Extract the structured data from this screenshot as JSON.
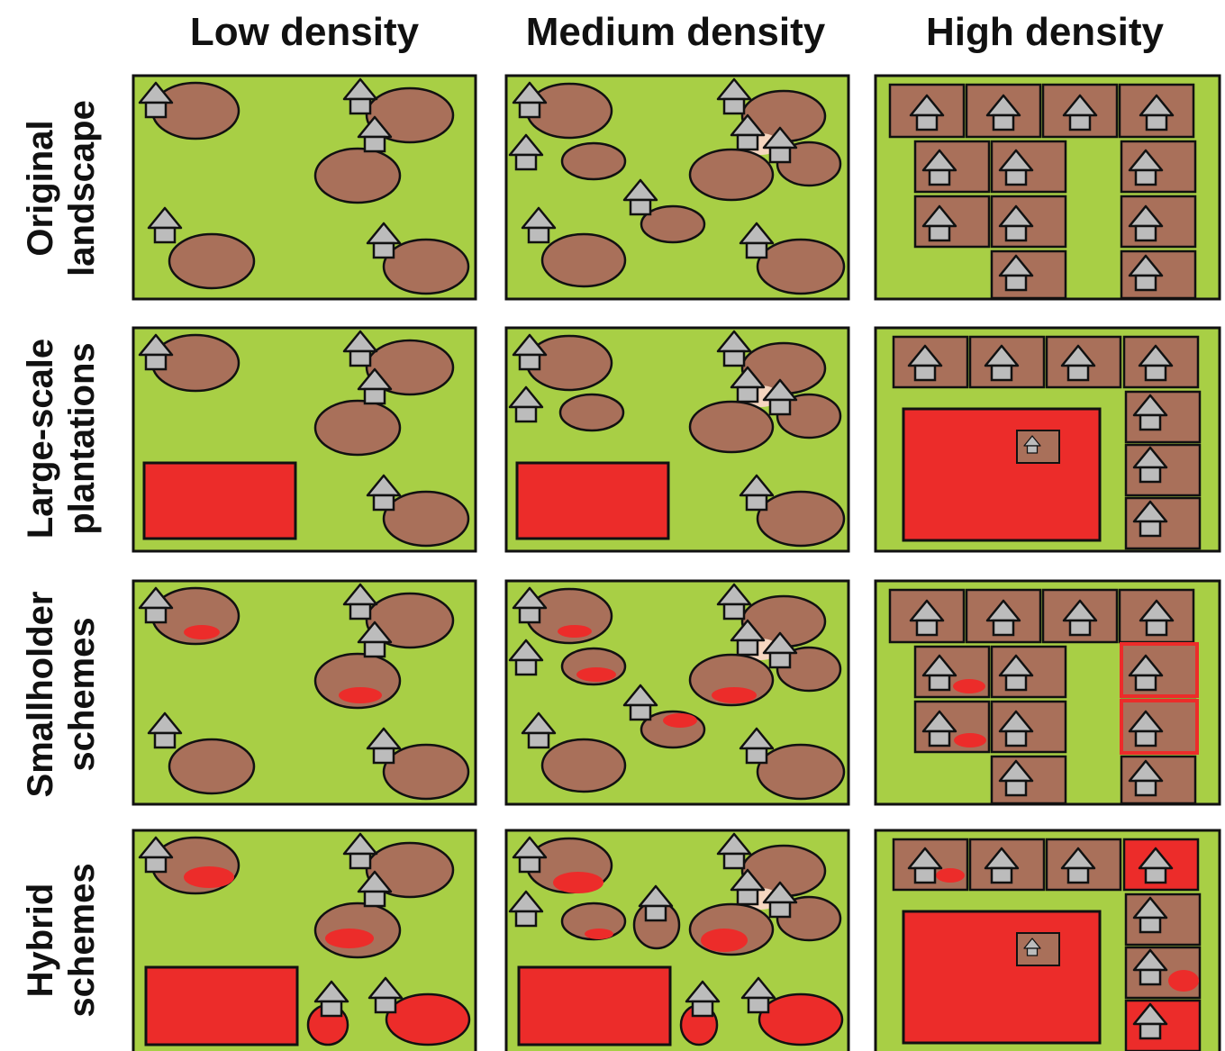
{
  "column_headers": [
    "Low density",
    "Medium density",
    "High density"
  ],
  "row_labels": [
    [
      "Original",
      "landscape"
    ],
    [
      "Large-scale",
      "plantations"
    ],
    [
      "Smallholder",
      "schemes"
    ],
    [
      "Hybrid",
      "schemes"
    ]
  ],
  "colors": {
    "landscape": "#a8cf45",
    "farm": "#a9705a",
    "plantation": "#ec2c2a",
    "house": "#bcbcbc",
    "outline": "#111111",
    "overlap": "#f6d6c0"
  }
}
